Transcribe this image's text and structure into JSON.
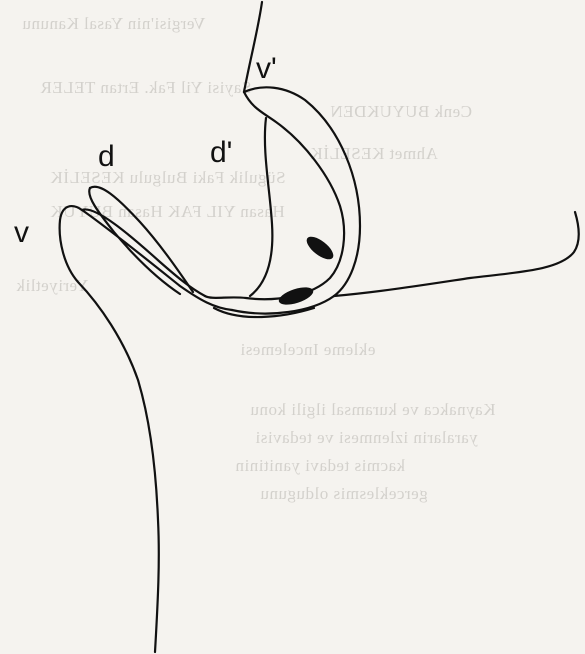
{
  "labels": {
    "v": "v",
    "v_prime": "v'",
    "d": "d",
    "d_prime": "d'"
  },
  "bleed_through": {
    "line1": "Vergisi'nin Yasal Kanunu",
    "line2": "Sayisi Yil Fak. Ertan TELER",
    "line3": "Cenk BUYUKDEN",
    "line4": "Ahmet KESELİK",
    "line5": "Sügulik Faki Bulgulu KESELİK",
    "line6": "Hasan YIL FAK Hasan BUYUK",
    "line7": "Yeriyetlik",
    "line8": "ekleme Incelemesi",
    "line9": "Kaynakca ve kuramsal ilgili konu",
    "line10": "yaralarin izlenmesi ve tedavisi",
    "line11": "kacmis tedavi yanitinin",
    "line12": "gerceklesmis oldugunu"
  },
  "colors": {
    "ink": "#111111",
    "paper": "#f5f3ef",
    "bleed": "#b9b6b1"
  }
}
